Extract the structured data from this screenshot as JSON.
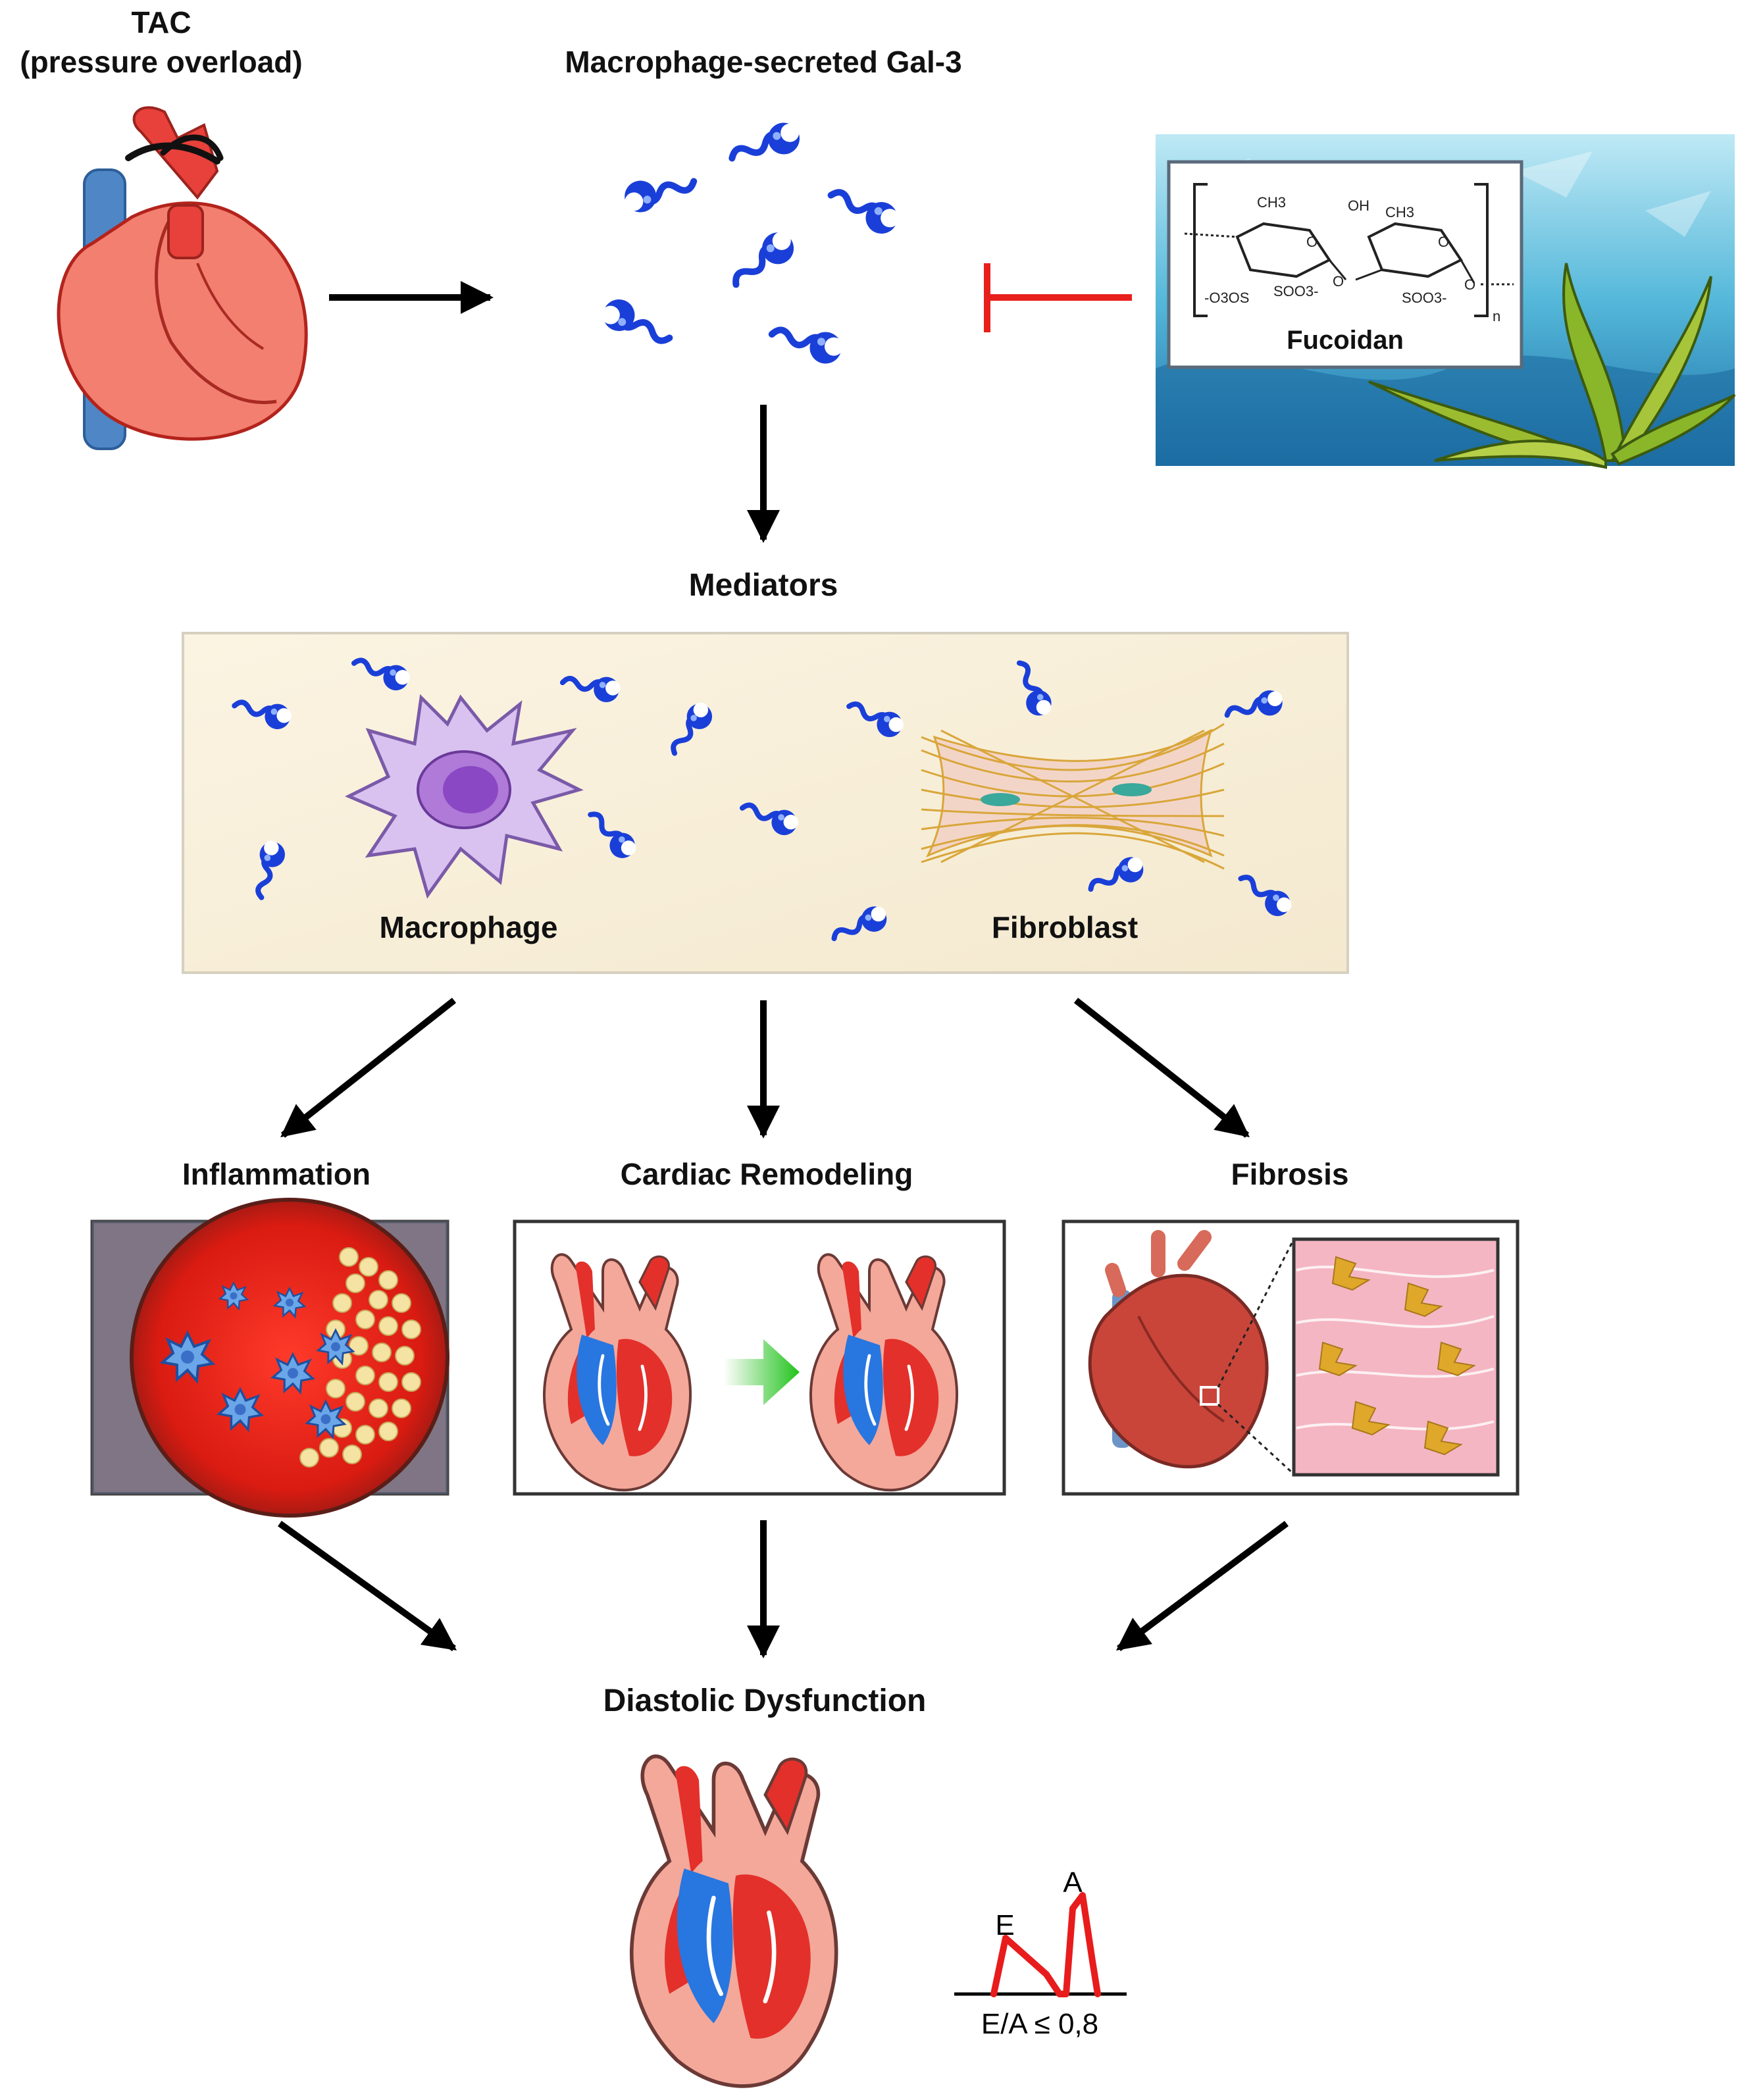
{
  "labels": {
    "tac_line1": "TAC",
    "tac_line2": "(pressure overload)",
    "gal3": "Macrophage-secreted Gal-3",
    "mediators": "Mediators",
    "macrophage": "Macrophage",
    "fibroblast": "Fibroblast",
    "inflammation": "Inflammation",
    "remodeling": "Cardiac Remodeling",
    "fibrosis": "Fibrosis",
    "diastolic": "Diastolic Dysfunction",
    "fucoidan": "Fucoidan",
    "ea_e": "E",
    "ea_a": "A",
    "ea_ratio": "E/A ≤ 0,8"
  },
  "chem": {
    "ch3_a": "CH3",
    "ch3_b": "CH3",
    "oh": "OH",
    "o3os": "-O3OS",
    "so3_a": "SOO3-",
    "so3_b": "SOO3-",
    "o_link1": "O",
    "o_link2": "O",
    "o_ring1": "O",
    "o_ring2": "O",
    "n": "n"
  },
  "colors": {
    "gal3": "#1a3fd8",
    "heart_red": "#e8403a",
    "heart_light": "#f7b3a6",
    "vessel_blue": "#3a79d8",
    "inhibit_red": "#e8201c",
    "remodel_green": "#21c21b",
    "ea_trace": "#e81c1c"
  }
}
